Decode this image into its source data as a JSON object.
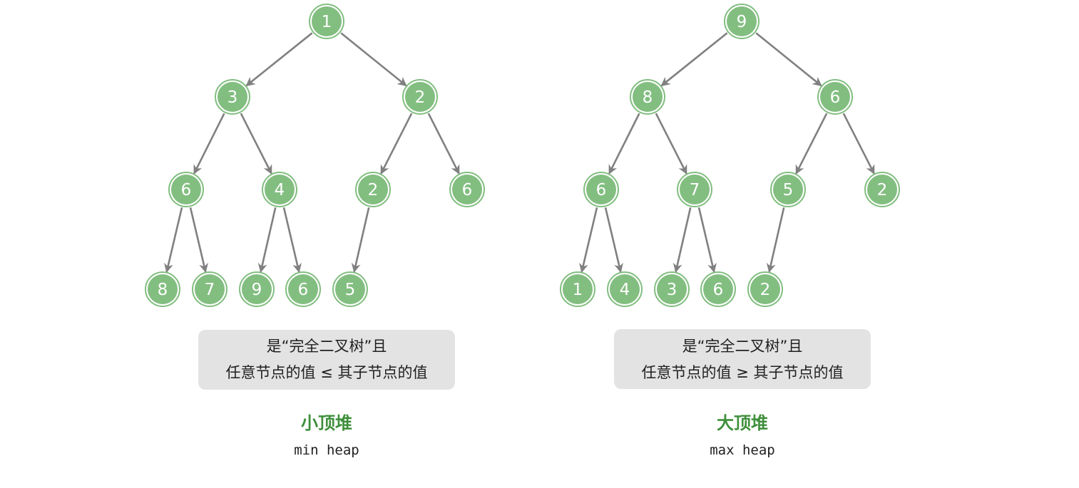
{
  "colors": {
    "node_fill": "#82be80",
    "node_text": "#ffffff",
    "edge": "#808080",
    "box_fill": "#e3e3e3",
    "title": "#3e8f3b",
    "text": "#1f1f1f"
  },
  "heaps": [
    {
      "id": "min-heap",
      "title": "小顶堆",
      "subtitle": "min heap",
      "description_line1": "是“完全二叉树”且",
      "description_line2": "任意节点的值 ≤ 其子节点的值",
      "nodes": [
        "1",
        "3",
        "2",
        "6",
        "4",
        "2",
        "6",
        "8",
        "7",
        "9",
        "6",
        "5"
      ]
    },
    {
      "id": "max-heap",
      "title": "大顶堆",
      "subtitle": "max heap",
      "description_line1": "是“完全二叉树”且",
      "description_line2": "任意节点的值 ≥ 其子节点的值",
      "nodes": [
        "9",
        "8",
        "6",
        "6",
        "7",
        "5",
        "2",
        "1",
        "4",
        "3",
        "6",
        "2"
      ]
    }
  ]
}
